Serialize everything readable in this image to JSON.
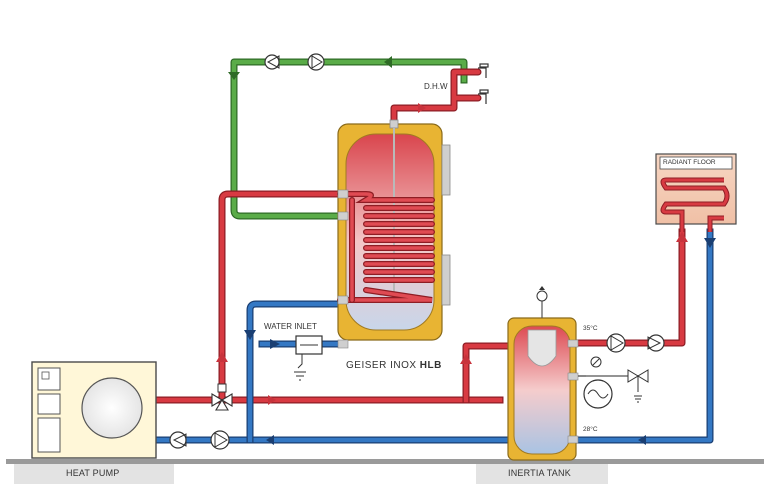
{
  "labels": {
    "dhw": "D.H.W",
    "radiant_floor": "RADIANT FLOOR",
    "water_inlet": "WATER INLET",
    "geiser_prefix": "GEISER INOX ",
    "geiser_model": "HLB",
    "heat_pump": "HEAT PUMP",
    "inertia_tank": "INERTIA TANK",
    "temp_supply": "35°C",
    "temp_return": "28°C"
  },
  "colors": {
    "hot": "#c8333c",
    "cold": "#2b6cb0",
    "dhw": "#4a9a3c",
    "tank_shell": "#e8b433",
    "ground": "#9a9a9a"
  }
}
